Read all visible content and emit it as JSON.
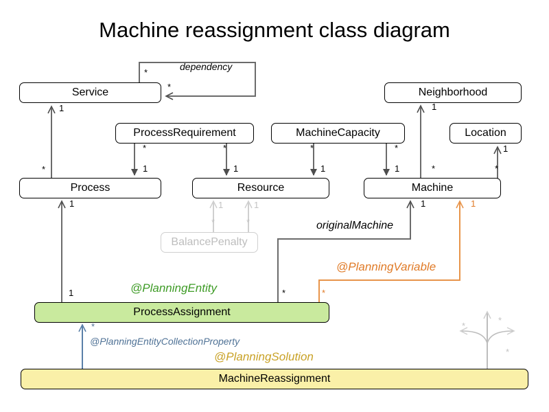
{
  "diagram": {
    "title": "Machine reassignment class diagram",
    "type": "uml-class-diagram"
  },
  "classes": [
    {
      "id": "service",
      "label": "Service",
      "style": "plain"
    },
    {
      "id": "neighborhood",
      "label": "Neighborhood",
      "style": "plain"
    },
    {
      "id": "process_requirement",
      "label": "ProcessRequirement",
      "style": "plain"
    },
    {
      "id": "machine_capacity",
      "label": "MachineCapacity",
      "style": "plain"
    },
    {
      "id": "location",
      "label": "Location",
      "style": "plain"
    },
    {
      "id": "process",
      "label": "Process",
      "style": "plain"
    },
    {
      "id": "resource",
      "label": "Resource",
      "style": "plain"
    },
    {
      "id": "machine",
      "label": "Machine",
      "style": "plain"
    },
    {
      "id": "balance_penalty",
      "label": "BalancePenalty",
      "style": "faded"
    },
    {
      "id": "process_assignment",
      "label": "ProcessAssignment",
      "style": "green"
    },
    {
      "id": "machine_reassignment",
      "label": "MachineReassignment",
      "style": "yellow"
    }
  ],
  "annotations": [
    {
      "id": "planning_entity",
      "label": "@PlanningEntity",
      "color": "#3e9b26"
    },
    {
      "id": "planning_variable",
      "label": "@PlanningVariable",
      "color": "#e07b28"
    },
    {
      "id": "planning_entity_collection_property",
      "label": "@PlanningEntityCollectionProperty",
      "color": "#4f7296"
    },
    {
      "id": "planning_solution",
      "label": "@PlanningSolution",
      "color": "#c9a227"
    }
  ],
  "edge_labels": [
    {
      "id": "dependency",
      "label": "dependency"
    },
    {
      "id": "original_machine",
      "label": "originalMachine"
    }
  ],
  "multiplicities": {
    "dependency_source": "*",
    "dependency_target": "*",
    "process_to_service_near": "*",
    "process_to_service_far": "1",
    "processrequirement_to_process_near": "*",
    "processrequirement_to_process_far": "1",
    "processrequirement_to_resource_near": "*",
    "processrequirement_to_resource_far": "1",
    "machinecapacity_to_resource_near": "*",
    "machinecapacity_to_resource_far": "1",
    "machinecapacity_to_machine_near": "*",
    "machinecapacity_to_machine_far": "1",
    "machine_to_neighborhood_near": "*",
    "machine_to_neighborhood_far": "1",
    "machine_to_location_near": "*",
    "machine_to_location_far": "1",
    "balancepenalty_to_resource_left_near": "*",
    "balancepenalty_to_resource_left_far": "1",
    "balancepenalty_to_resource_right_near": "*",
    "balancepenalty_to_resource_right_far": "1",
    "processassignment_to_process_near": "1",
    "processassignment_to_process_far": "1",
    "original_machine_near": "*",
    "original_machine_far": "1",
    "planning_variable_near": "*",
    "planning_variable_far": "1",
    "solution_to_entity_near": "*",
    "solution_branch_left": "*",
    "solution_branch_up": "*",
    "solution_branch_right": "*"
  },
  "colors": {
    "line": "#6b6b6b",
    "line_dark": "#4d4d4d",
    "faded": "#cfcfcf",
    "orange": "#e8944a",
    "blue": "#5a7fa8",
    "green_fill": "#c9ea9e",
    "yellow_fill": "#faf0a8",
    "background": "#ffffff"
  }
}
